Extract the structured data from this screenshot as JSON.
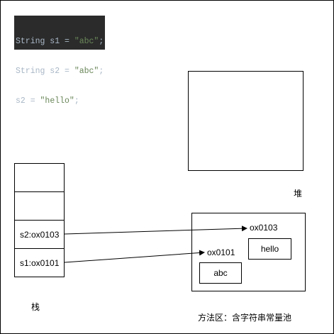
{
  "code": {
    "lines": [
      {
        "pre": "String s1 = ",
        "str": "\"abc\"",
        "post": ";"
      },
      {
        "pre": "String s2 = ",
        "str": "\"abc\"",
        "post": ";"
      },
      {
        "pre": "s2 = ",
        "str": "\"hello\"",
        "post": ";"
      }
    ]
  },
  "stack": {
    "label": "栈",
    "cells": [
      "",
      "",
      "s2:ox0103",
      "s1:ox0101"
    ]
  },
  "heap": {
    "label": "堆"
  },
  "method_area": {
    "label": "方法区：含字符串常量池",
    "addresses": [
      "ox0103",
      "ox0101"
    ],
    "strings": [
      "hello",
      "abc"
    ]
  },
  "colors": {
    "code_bg": "#2b2b2b",
    "code_text": "#a9b7c6",
    "code_string": "#6a8759",
    "line": "#000000"
  }
}
